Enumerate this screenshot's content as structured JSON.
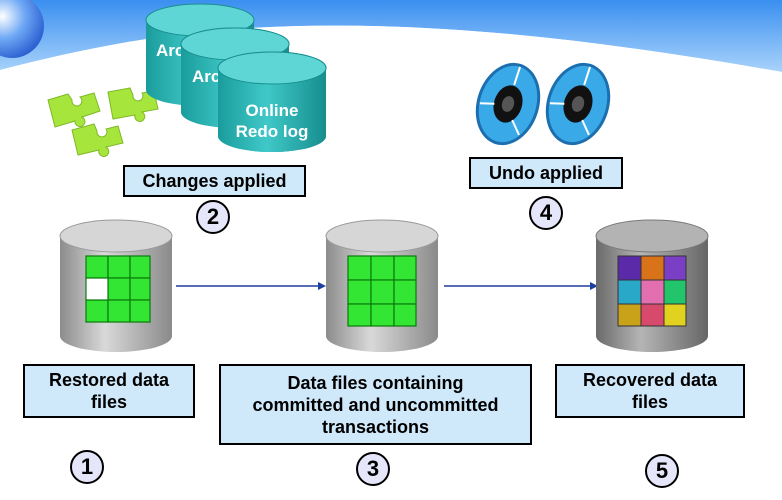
{
  "logs": {
    "archived_log_1": "Archived log",
    "archived_log_2": "Archived log",
    "online_redo_log": [
      "Online",
      "Redo log"
    ]
  },
  "labels": {
    "changes_applied": "Changes applied",
    "undo_applied": "Undo applied",
    "restored_data_files": [
      "Restored data",
      "files"
    ],
    "data_files_containing": [
      "Data files containing",
      "committed and uncommitted",
      "transactions"
    ],
    "recovered_data_files": [
      "Recovered data",
      "files"
    ]
  },
  "steps": [
    "1",
    "2",
    "3",
    "4",
    "5"
  ],
  "colors": {
    "label_fill": "#cfe8fa",
    "teal": "#2ab5b5",
    "green_puzzle": "#22dd22",
    "cylinder_gray": "#bdbdbd",
    "undo_blue": "#2aa0e0"
  }
}
